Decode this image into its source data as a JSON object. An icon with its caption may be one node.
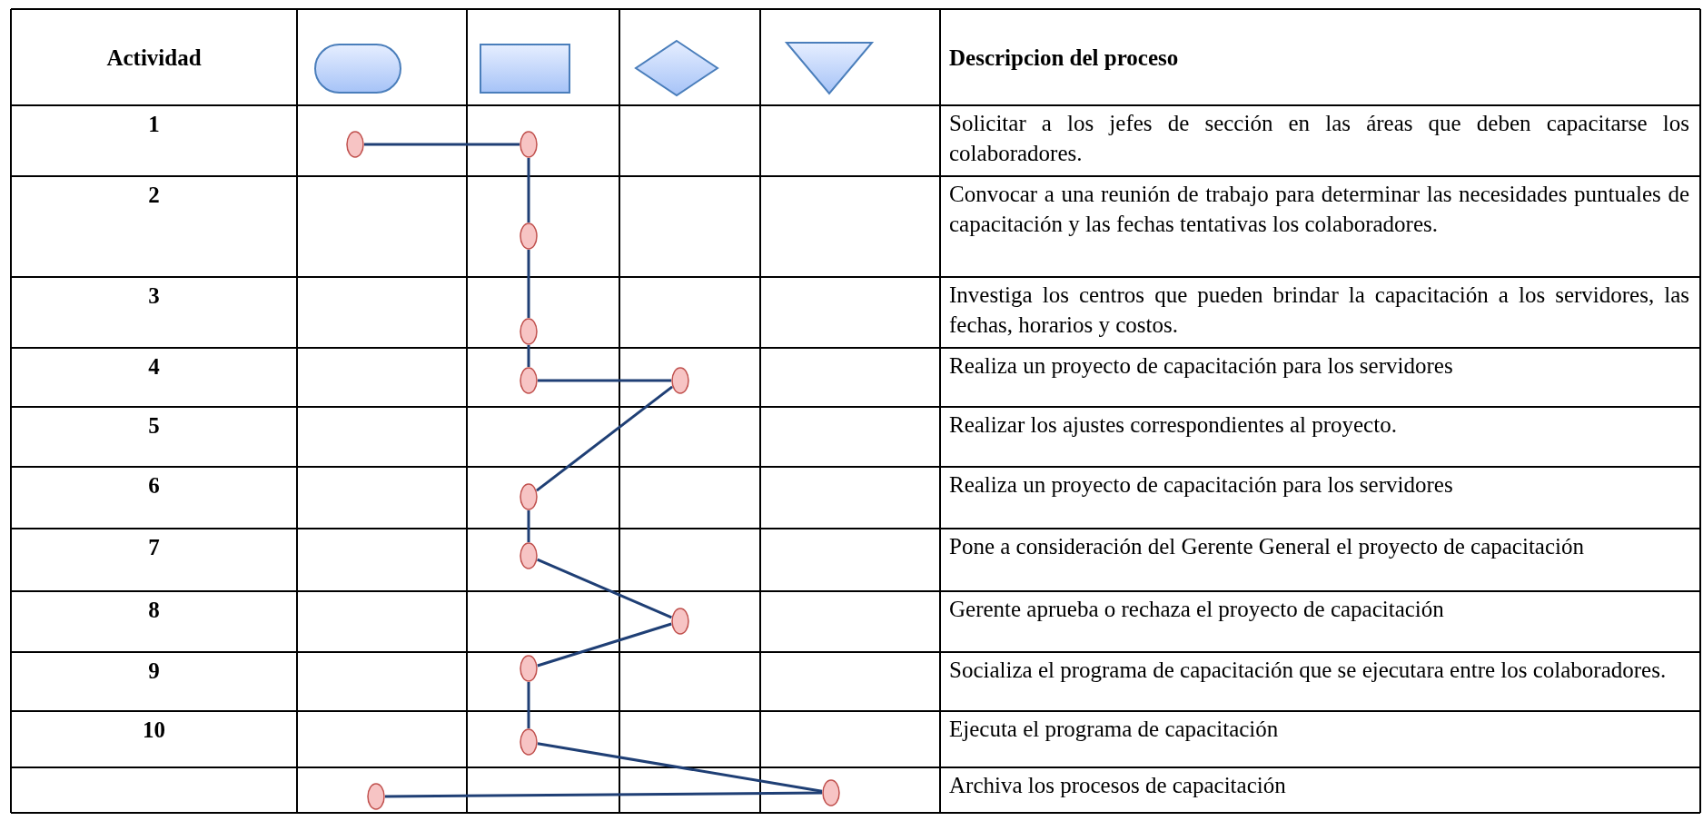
{
  "diagram": {
    "nodes": [
      {
        "text": [],
        "shape": "stadium"
      },
      {
        "text": [],
        "shape": "box"
      },
      {
        "text": [],
        "shape": "diamond"
      },
      {
        "text": [],
        "shape": "triangle"
      },
      {
        "text": [],
        "shape": "circle"
      },
      {
        "text": [],
        "shape": "circle"
      },
      {
        "text": [],
        "shape": "circle"
      },
      {
        "text": [],
        "shape": "circle"
      },
      {
        "text": [],
        "shape": "circle"
      },
      {
        "text": [],
        "shape": "circle"
      },
      {
        "text": [],
        "shape": "circle"
      },
      {
        "text": [],
        "shape": "circle"
      },
      {
        "text": [],
        "shape": "circle"
      },
      {
        "text": [],
        "shape": "circle"
      },
      {
        "text": [],
        "shape": "circle"
      },
      {
        "text": [],
        "shape": "circle"
      },
      {
        "text": [],
        "shape": "circle"
      }
    ],
    "edges": [
      {
        "from": 4,
        "to": 5,
        "arrow": "none"
      },
      {
        "from": 5,
        "to": 6,
        "arrow": "none"
      },
      {
        "from": 6,
        "to": 7,
        "arrow": "none"
      },
      {
        "from": 7,
        "to": 8,
        "arrow": "none"
      },
      {
        "from": 8,
        "to": 9,
        "arrow": "none"
      },
      {
        "from": 9,
        "to": 10,
        "arrow": "none"
      },
      {
        "from": 10,
        "to": 11,
        "arrow": "none"
      },
      {
        "from": 11,
        "to": 12,
        "arrow": "none"
      },
      {
        "from": 12,
        "to": 13,
        "arrow": "none"
      },
      {
        "from": 13,
        "to": 14,
        "arrow": "none"
      },
      {
        "from": 14,
        "to": 16,
        "arrow": "none"
      },
      {
        "from": 15,
        "to": 16,
        "arrow": "none"
      }
    ],
    "labels": [
      "Actividad",
      "Descripcion del proceso",
      "1",
      "Solicitar a los jefes de sección en las áreas que deben capacitarse los colaboradores.",
      "2",
      "Convocar a una reunión de trabajo para determinar las necesidades puntuales de capacitación y las fechas tentativas los colaboradores.",
      "3",
      "Investiga los centros que pueden brindar la capacitación a los servidores, las fechas, horarios y costos.",
      "4",
      "Realiza un proyecto de capacitación para los servidores",
      "5",
      "Realizar los ajustes correspondientes al proyecto.",
      "6",
      "Realiza un proyecto de capacitación para los servidores",
      "7",
      "Pone a consideración del Gerente General el proyecto de capacitación",
      "8",
      "Gerente aprueba o rechaza el proyecto de capacitación",
      "9",
      "Socializa el programa de capacitación que se ejecutara entre los colaboradores.",
      "10",
      "Ejecuta el programa de capacitación",
      "Archiva los procesos de capacitación"
    ]
  }
}
